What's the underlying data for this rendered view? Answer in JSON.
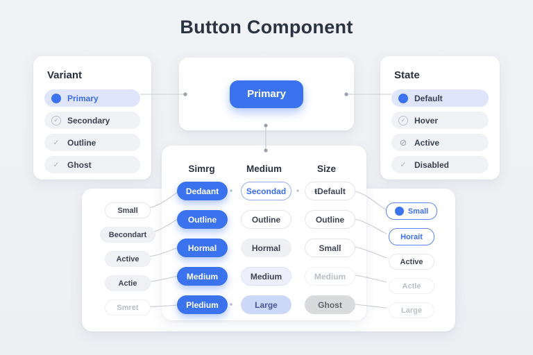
{
  "title": "Button Component",
  "icons": {
    "check": "✓",
    "slash_circle": "⊘"
  },
  "colors": {
    "accent": "#3b72ee",
    "selected_bg": "#dfe5fb",
    "card": "#ffffff",
    "background": "#eff0f4"
  },
  "preview": {
    "button_label": "Primary"
  },
  "variant_panel": {
    "heading": "Variant",
    "items": [
      {
        "label": "Primary",
        "selected": true
      },
      {
        "label": "Secondary",
        "selected": false
      },
      {
        "label": "Outline",
        "selected": false
      },
      {
        "label": "Ghost",
        "selected": false
      }
    ]
  },
  "state_panel": {
    "heading": "State",
    "items": [
      {
        "label": "Default",
        "selected": true
      },
      {
        "label": "Hover",
        "selected": false
      },
      {
        "label": "Active",
        "selected": false
      },
      {
        "label": "Disabled",
        "selected": false
      }
    ]
  },
  "matrix_panel": {
    "columns": [
      "Simrg",
      "Medium",
      "Size"
    ],
    "rows": [
      [
        {
          "label": "Dedaant"
        },
        {
          "label": "Secondad"
        },
        {
          "label": "ŧDefault"
        }
      ],
      [
        {
          "label": "Outline"
        },
        {
          "label": "Outline"
        },
        {
          "label": "Outline"
        }
      ],
      [
        {
          "label": "Hormal"
        },
        {
          "label": "Hormal"
        },
        {
          "label": "Small"
        }
      ],
      [
        {
          "label": "Medium"
        },
        {
          "label": "Medium"
        },
        {
          "label": "Medium"
        }
      ],
      [
        {
          "label": "Pledium"
        },
        {
          "label": "Large"
        },
        {
          "label": "Ghost"
        }
      ]
    ]
  },
  "left_list": [
    {
      "label": "Small"
    },
    {
      "label": "Becondart"
    },
    {
      "label": "Active"
    },
    {
      "label": "Actie"
    },
    {
      "label": "Smret"
    }
  ],
  "right_list": [
    {
      "label": "Small"
    },
    {
      "label": "Horait"
    },
    {
      "label": "Active"
    },
    {
      "label": "Actle"
    },
    {
      "label": "Large"
    }
  ]
}
